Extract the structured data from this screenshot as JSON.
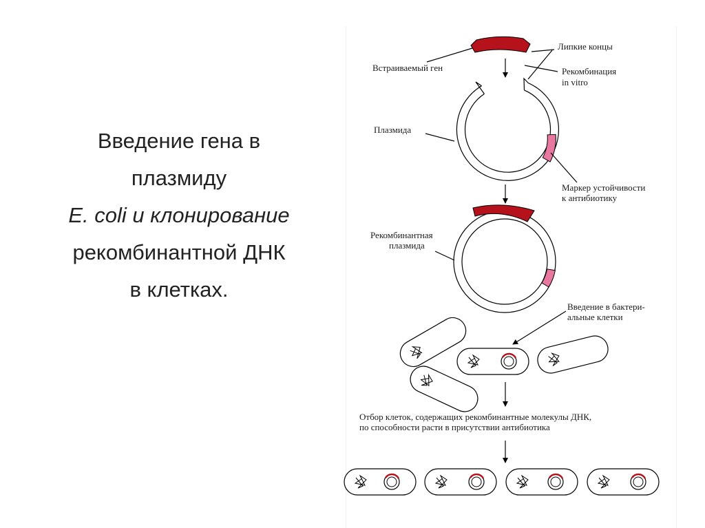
{
  "title": {
    "line1": "Введение гена в",
    "line2": "плазмиду",
    "line3": "E. coli и клонирование",
    "line4": "рекомбинантной ДНК",
    "line5": "в клетках."
  },
  "labels": {
    "sticky_ends": "Липкие концы",
    "inserted_gene": "Встраиваемый ген",
    "recomb_line1": "Рекомбинация",
    "recomb_line2": "in vitro",
    "plasmid": "Плазмида",
    "marker_line1": "Маркер устойчивости",
    "marker_line2": "к антибиотику",
    "recomb_plasmid_line1": "Рекомбинантная",
    "recomb_plasmid_line2": "плазмида",
    "intro_line1": "Введение в бактери-",
    "intro_line2": "альные клетки",
    "selection_line1": "Отбор клеток, содержащих рекомбинантные молекулы ДНК,",
    "selection_line2": "по способности расти в присутствии антибиотика"
  },
  "colors": {
    "gene": "#b5121b",
    "marker": "#e8789f",
    "outline": "#000000",
    "title_text": "#222222"
  }
}
